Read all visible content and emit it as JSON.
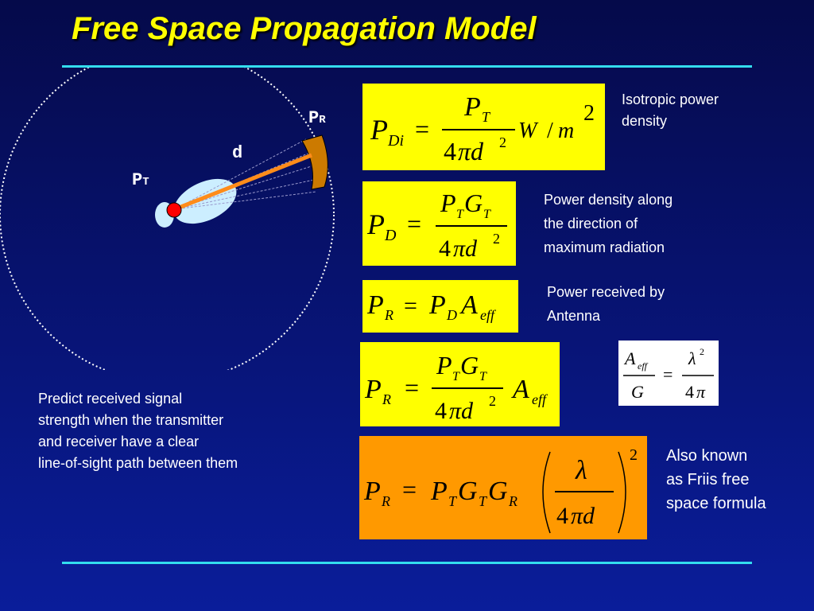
{
  "title": "Free Space Propagation Model",
  "diagram": {
    "pr_label": "P",
    "pr_sub": "R",
    "pt_label": "P",
    "pt_sub": "T",
    "d_label": "d"
  },
  "equations": [
    {
      "id": "isotropic",
      "note": [
        "Isotropic power",
        "density"
      ]
    },
    {
      "id": "max-direction",
      "note": [
        "Power density along",
        "the direction of",
        "maximum radiation"
      ]
    },
    {
      "id": "received",
      "note": [
        "Power received by",
        "Antenna"
      ]
    },
    {
      "id": "received-expanded",
      "note": []
    },
    {
      "id": "friis",
      "note": [
        "Also known",
        "as Friis free",
        "space formula"
      ]
    }
  ],
  "description": [
    "Predict received signal",
    "strength when the transmitter",
    "and receiver have a clear",
    "line-of-sight path between them"
  ],
  "colors": {
    "title": "#ffff00",
    "rule": "#33ddee",
    "box_yellow": "#ffff00",
    "box_orange": "#ff9900",
    "beam": "#ff8c1a",
    "receiver": "#cc7a00",
    "antenna": "#cceeff",
    "transmitter_dot": "#ff0000"
  }
}
